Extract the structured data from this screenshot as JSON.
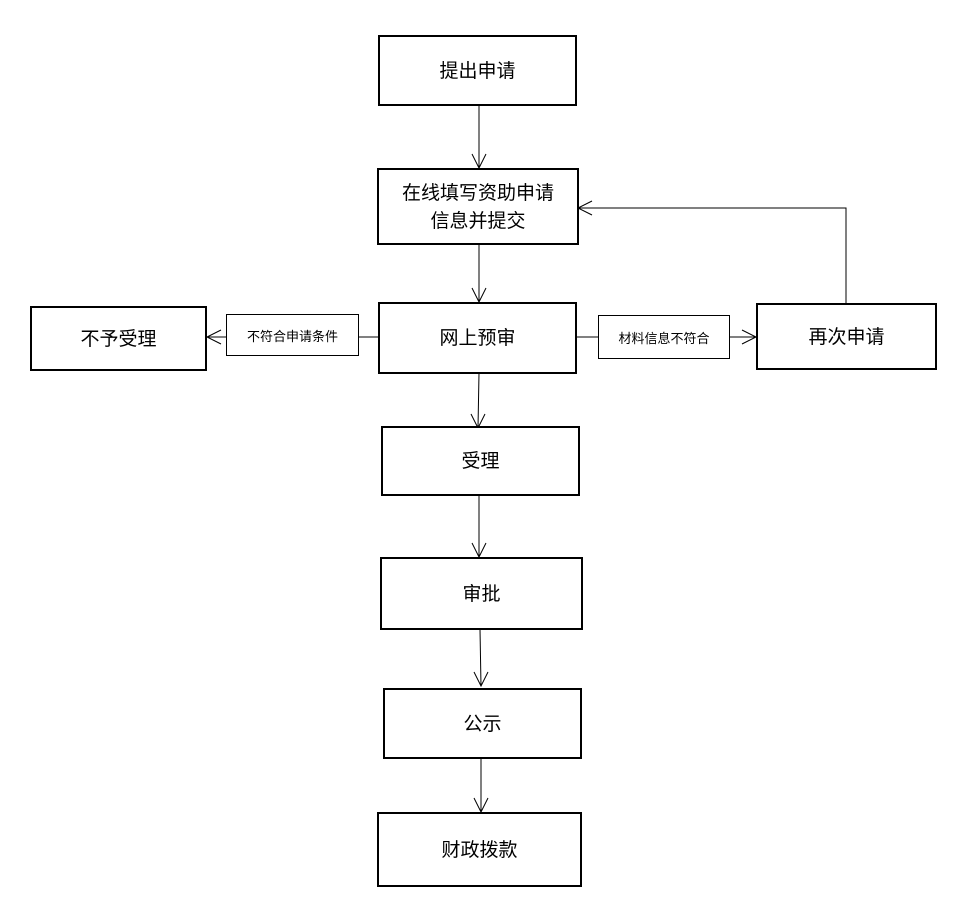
{
  "nodes": {
    "apply": "提出申请",
    "fill_line1": "在线填写资助申请",
    "fill_line2": "信息并提交",
    "prereview": "网上预审",
    "reject": "不予受理",
    "reapply": "再次申请",
    "accept": "受理",
    "approve": "审批",
    "publicize": "公示",
    "disburse": "财政拨款"
  },
  "edge_labels": {
    "not_meet_conditions": "不符合申请条件",
    "materials_mismatch": "材料信息不符合"
  },
  "colors": {
    "line": "#000000",
    "box_fill": "#ffffff"
  }
}
